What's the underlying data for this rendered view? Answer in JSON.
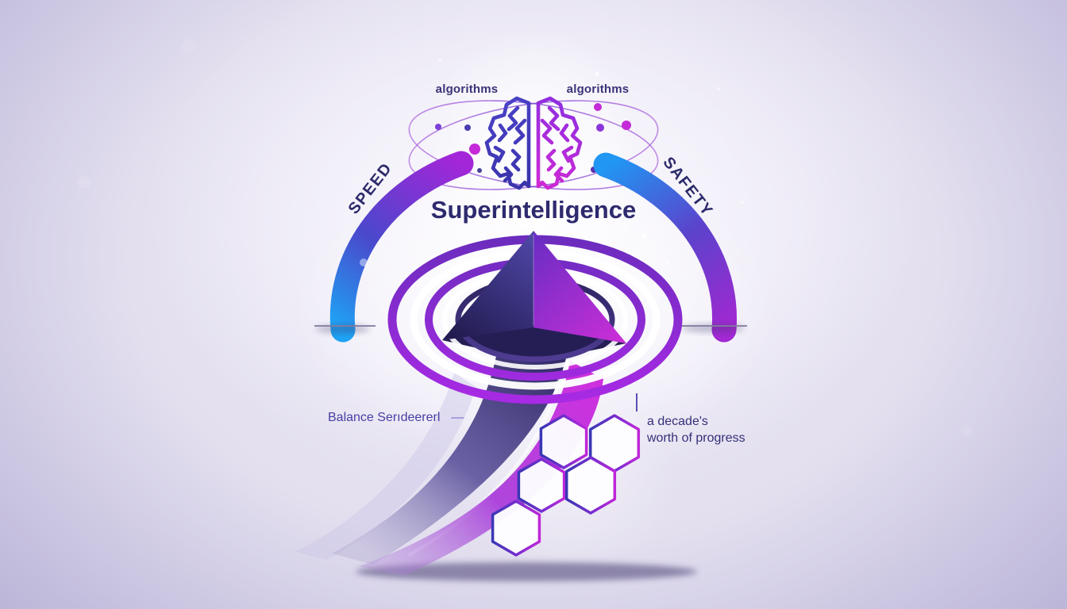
{
  "title": "Superintelligence",
  "orbit_labels": {
    "left": "algorithms",
    "right": "algorithms"
  },
  "gauge_labels": {
    "left": "SPEED",
    "right": "SAFETY"
  },
  "footnotes": {
    "left_text": "Balance Serıdeererl",
    "left_dash": "—",
    "right_lines": [
      "a decade's",
      "worth of progress"
    ]
  },
  "icons": {
    "brain": "split-brain-icon",
    "orbits": "algorithm-orbit-paths",
    "gauge": "speed-safety-arc-gauge",
    "center": "ascent-arrow-with-rings",
    "cluster": "hexagon-cluster",
    "swoosh": "momentum-swoosh"
  },
  "colors": {
    "background_corner": "#2b2666",
    "background_center": "#f1eff8",
    "speed_blue": "#1fa0f2",
    "safety_blue": "#2196f3",
    "indigo": "#3c35a8",
    "purple": "#8a2bd8",
    "magenta": "#c92ed8",
    "ring_purple": "#9b2be0",
    "text_dark": "#2f2a6e",
    "white": "#ffffff"
  }
}
